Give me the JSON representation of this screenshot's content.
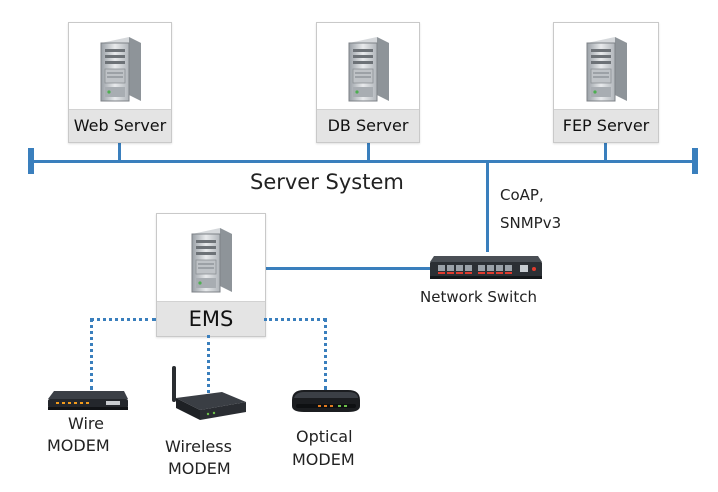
{
  "servers": [
    {
      "label": "Web Server"
    },
    {
      "label": "DB Server"
    },
    {
      "label": "FEP Server"
    }
  ],
  "server_system_label": "Server System",
  "protocol_label": {
    "line1": "CoAP,",
    "line2": "SNMPv3"
  },
  "ems": {
    "label": "EMS"
  },
  "network_switch": {
    "label": "Network Switch"
  },
  "modems": [
    {
      "line1": "Wire",
      "line2": "MODEM"
    },
    {
      "line1": "Wireless",
      "line2": "MODEM"
    },
    {
      "line1": "Optical",
      "line2": "MODEM"
    }
  ],
  "colors": {
    "link": "#3a7fbd",
    "label_bg": "#e4e4e4"
  }
}
